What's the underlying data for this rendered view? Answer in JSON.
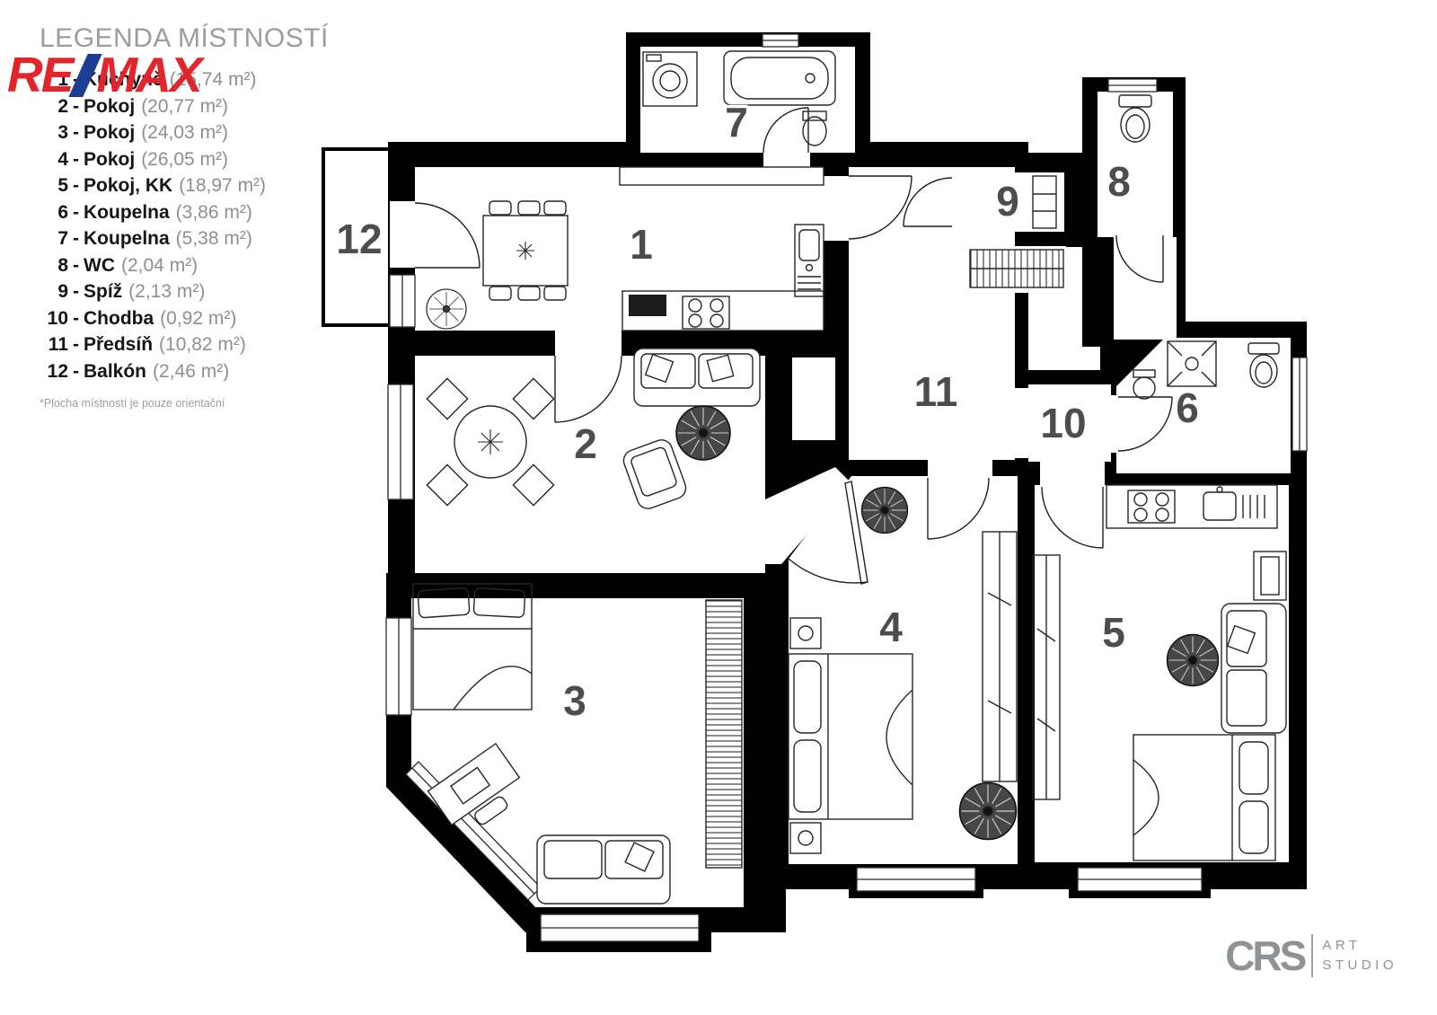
{
  "legend": {
    "title": "LEGENDA MÍSTNOSTÍ",
    "separator": "-",
    "footnote": "*Plocha místností je pouze orientační",
    "items": [
      {
        "num": "1",
        "name": "Kuchyně",
        "area": "(15,74 m²)"
      },
      {
        "num": "2",
        "name": "Pokoj",
        "area": "(20,77 m²)"
      },
      {
        "num": "3",
        "name": "Pokoj",
        "area": "(24,03 m²)"
      },
      {
        "num": "4",
        "name": "Pokoj",
        "area": "(26,05 m²)"
      },
      {
        "num": "5",
        "name": "Pokoj, KK",
        "area": "(18,97 m²)"
      },
      {
        "num": "6",
        "name": "Koupelna",
        "area": "(3,86 m²)"
      },
      {
        "num": "7",
        "name": "Koupelna",
        "area": "(5,38 m²)"
      },
      {
        "num": "8",
        "name": "WC",
        "area": "(2,04 m²)"
      },
      {
        "num": "9",
        "name": "Spíž",
        "area": "(2,13 m²)"
      },
      {
        "num": "10",
        "name": "Chodba",
        "area": "(0,92 m²)"
      },
      {
        "num": "11",
        "name": "Předsíň",
        "area": "(10,82 m²)"
      },
      {
        "num": "12",
        "name": "Balkón",
        "area": "(2,46 m²)"
      }
    ]
  },
  "remax": {
    "re": "RE",
    "max": "MAX",
    "red": "#e1252b",
    "blue": "#1d3d94"
  },
  "rooms": {
    "n1": "1",
    "n2": "2",
    "n3": "3",
    "n4": "4",
    "n5": "5",
    "n6": "6",
    "n7": "7",
    "n8": "8",
    "n9": "9",
    "n10": "10",
    "n11": "11",
    "n12": "12"
  },
  "studio": {
    "name": "CRS",
    "line1": "ART",
    "line2": "STUDIO"
  },
  "colors": {
    "wall": "#000000",
    "room_number": "#4d4d4d",
    "legend_gray": "#8f8f8f"
  }
}
